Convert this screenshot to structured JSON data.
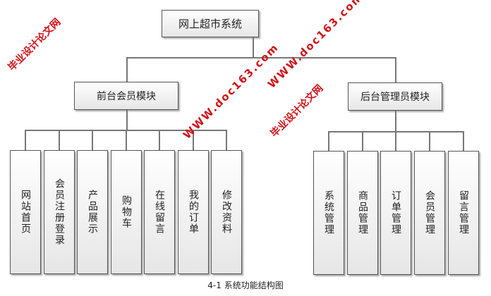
{
  "root": "网上超市系统",
  "modules": [
    {
      "label": "前台会员模块",
      "children": [
        "网站首页",
        "会员注册登录",
        "产品展示",
        "购物车",
        "在线留言",
        "我的订单",
        "修改资料"
      ]
    },
    {
      "label": "后台管理员模块",
      "children": [
        "系统管理",
        "商品管理",
        "订单管理",
        "会员管理",
        "留言管理"
      ]
    }
  ],
  "caption": "4-1 系统功能结构图",
  "watermark": {
    "site": "WWW.doc163.com",
    "name": "毕业设计论文网"
  }
}
